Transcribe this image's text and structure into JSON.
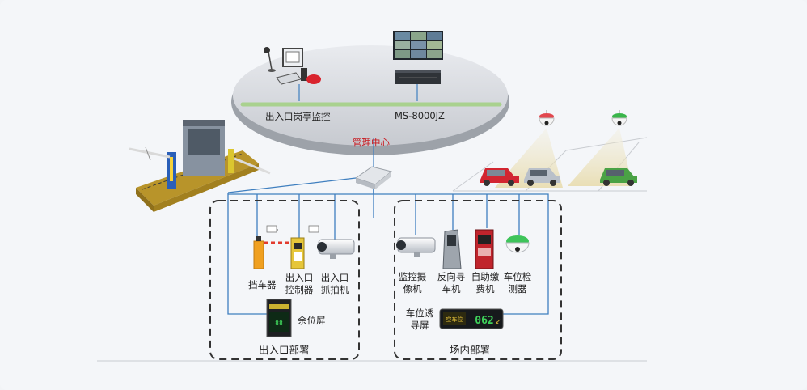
{
  "center": {
    "title": "管理中心",
    "booth_monitor": "出入口岗亭监控",
    "server": "MS-8000JZ"
  },
  "entrance": {
    "title": "出入口部署",
    "devices": [
      "挡车器",
      "出入口控制器",
      "出入口抓拍机",
      "余位屏"
    ]
  },
  "indoor": {
    "title": "场内部署",
    "devices": [
      "监控摄像机",
      "反向寻车机",
      "自助缴费机",
      "车位检测器",
      "车位诱导屏"
    ]
  },
  "colors": {
    "network_line": "#3f7fbf",
    "management_label": "#c8191f",
    "bus_bar": "#a9d18e",
    "dashed_box": "#333333"
  },
  "icons": [
    "guard-workstation-icon",
    "video-wall-icon",
    "ms8000jz-server-icon",
    "network-switch-icon",
    "entrance-booth-icon",
    "barrier-gate-icon",
    "entrance-controller-icon",
    "entrance-camera-icon",
    "remaining-spaces-screen-icon",
    "surveillance-camera-icon",
    "reverse-car-finder-icon",
    "self-pay-machine-icon",
    "space-detector-icon",
    "guidance-screen-icon",
    "ceiling-detector-red-icon",
    "ceiling-detector-green-icon",
    "car-red-icon",
    "car-silver-icon",
    "car-green-icon"
  ]
}
